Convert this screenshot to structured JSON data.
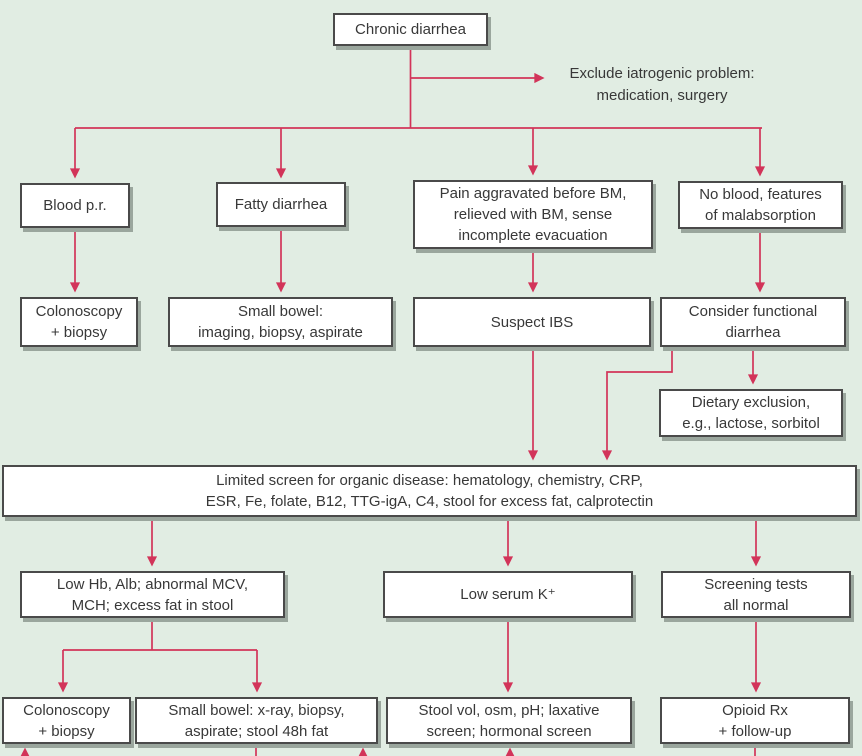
{
  "title": "Chronic diarrhea diagnostic algorithm flowchart",
  "colors": {
    "background": "#e1ede3",
    "arrow": "#d23459",
    "box_border": "#4a4a4a",
    "box_fill": "#ffffff",
    "box_shadow": "#9aa69d",
    "text": "#383838"
  },
  "nodes": {
    "chronic_diarrhea": {
      "lines": [
        "Chronic diarrhea"
      ]
    },
    "exclude_iatrogenic": {
      "lines": [
        "Exclude iatrogenic problem:",
        "medication, surgery"
      ]
    },
    "blood_pr": {
      "lines": [
        "Blood p.r."
      ]
    },
    "fatty_diarrhea": {
      "lines": [
        "Fatty diarrhea"
      ]
    },
    "pain_before_bm": {
      "lines": [
        "Pain aggravated before BM,",
        "relieved with BM, sense",
        "incomplete evacuation"
      ]
    },
    "no_blood_malabsorption": {
      "lines": [
        "No blood, features",
        "of malabsorption"
      ]
    },
    "colonoscopy_biopsy_upper": {
      "lines": [
        "Colonoscopy",
        "+ biopsy"
      ]
    },
    "small_bowel_imaging": {
      "lines": [
        "Small bowel:",
        "imaging, biopsy, aspirate"
      ]
    },
    "suspect_ibs": {
      "lines": [
        "Suspect IBS"
      ]
    },
    "consider_functional_diarrhea": {
      "lines": [
        "Consider functional",
        "diarrhea"
      ]
    },
    "dietary_exclusion": {
      "lines": [
        "Dietary exclusion,",
        "e.g., lactose, sorbitol"
      ]
    },
    "limited_screen": {
      "lines": [
        "Limited screen for organic disease: hematology, chemistry, CRP,",
        "ESR, Fe, folate, B12, TTG-igA, C4, stool for excess fat, calprotectin"
      ]
    },
    "low_hb_alb": {
      "lines": [
        "Low Hb, Alb; abnormal MCV,",
        "MCH; excess fat in stool"
      ]
    },
    "low_serum_k": {
      "lines": [
        "Low serum K⁺"
      ]
    },
    "screening_normal": {
      "lines": [
        "Screening tests",
        "all normal"
      ]
    },
    "colonoscopy_biopsy_lower": {
      "lines": [
        "Colonoscopy",
        "+ biopsy"
      ]
    },
    "small_bowel_xray": {
      "lines": [
        "Small bowel: x-ray, biopsy,",
        "aspirate; stool 48h fat"
      ]
    },
    "stool_studies": {
      "lines": [
        "Stool vol, osm, pH; laxative",
        "screen; hormonal screen"
      ]
    },
    "opioid_rx": {
      "lines": [
        "Opioid Rx",
        "+ follow-up"
      ]
    }
  }
}
